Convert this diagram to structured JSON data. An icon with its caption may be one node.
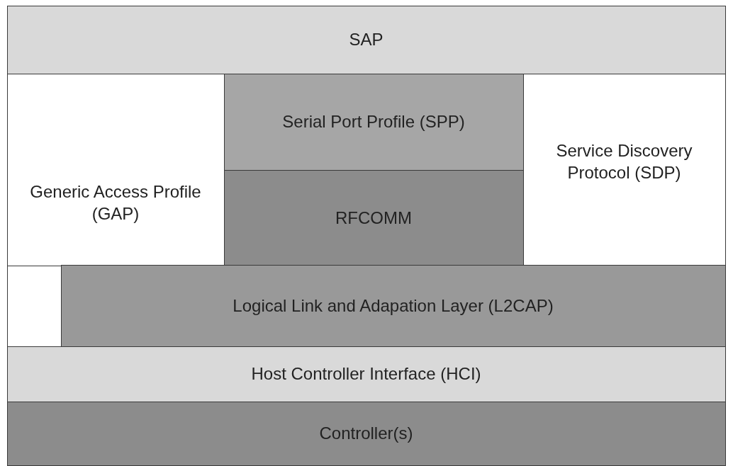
{
  "diagram": {
    "nodes": [
      {
        "text": [
          "SAP"
        ]
      },
      {
        "text": [
          "Generic Access Profile (GAP)"
        ]
      },
      {
        "text": [
          "Serial Port Profile (SPP)"
        ]
      },
      {
        "text": [
          "RFCOMM"
        ]
      },
      {
        "text": [
          "Service Discovery Protocol (SDP)"
        ]
      },
      {
        "text": [
          "Logical Link and Adapation Layer (L2CAP)"
        ]
      },
      {
        "text": [
          "Host Controller Interface (HCI)"
        ]
      },
      {
        "text": [
          "Controller(s)"
        ]
      }
    ]
  }
}
